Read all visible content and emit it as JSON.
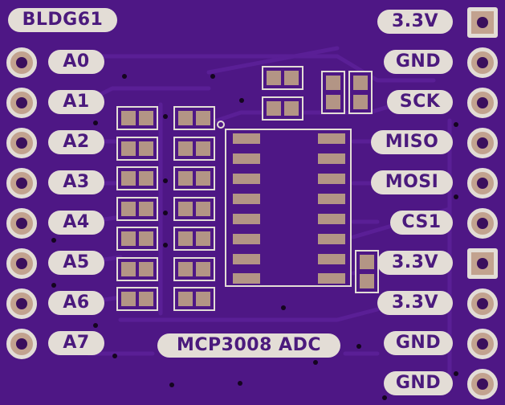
{
  "board": {
    "title": "BLDG61",
    "chip_label": "MCP3008 ADC",
    "left_pins": [
      "A0",
      "A1",
      "A2",
      "A3",
      "A4",
      "A5",
      "A6",
      "A7"
    ],
    "right_pins": [
      "3.3V",
      "GND",
      "SCK",
      "MISO",
      "MOSI",
      "CS1",
      "3.3V",
      "3.3V",
      "GND",
      "GND"
    ]
  },
  "colors": {
    "substrate": "#4e1785",
    "silkscreen": "#e3ddd6",
    "pad_copper": "#b39585"
  }
}
